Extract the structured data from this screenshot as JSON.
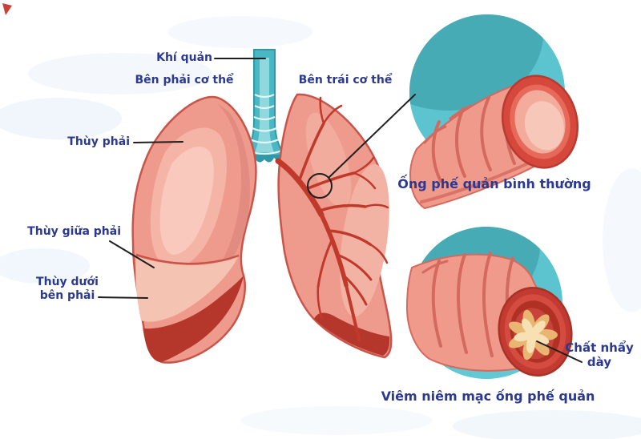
{
  "diagram": {
    "subject": "Lung and bronchial tube illustration (bronchitis)",
    "labels": {
      "trachea": "Khí quản",
      "body_right_side": "Bên phải cơ thể",
      "body_left_side": "Bên trái cơ thể",
      "right_lobe": "Thùy phải",
      "right_middle_lobe": "Thùy giữa phải",
      "right_lower_lobe_line1": "Thùy dưới",
      "right_lower_lobe_line2": "bên phải",
      "normal_bronchial_tube": "Ống phế quản bình thường",
      "thick_mucus_line1": "Chất nhẩy",
      "thick_mucus_line2": "dày",
      "inflamed_bronchial_mucosa": "Viêm niêm mạc ống phế quản"
    },
    "colors": {
      "label_text": "#2b3990",
      "pointer_line": "#1f1f1f",
      "lung_base": "#ee9a8c",
      "lung_outline": "#c8554a",
      "lung_dark_red": "#b5372b",
      "bronchi_vein": "#c0392b",
      "trachea_teal": "#4ab7c5",
      "inset_circle_teal": "#5cc4cf",
      "inset_circle_teal_dark": "#46abb5",
      "tube_salmon": "#f09a8b",
      "tube_ridge": "#d4695e",
      "tube_ring_red": "#d6473c",
      "mucus_yellow": "#f7e0b4",
      "background": "#ffffff"
    }
  }
}
